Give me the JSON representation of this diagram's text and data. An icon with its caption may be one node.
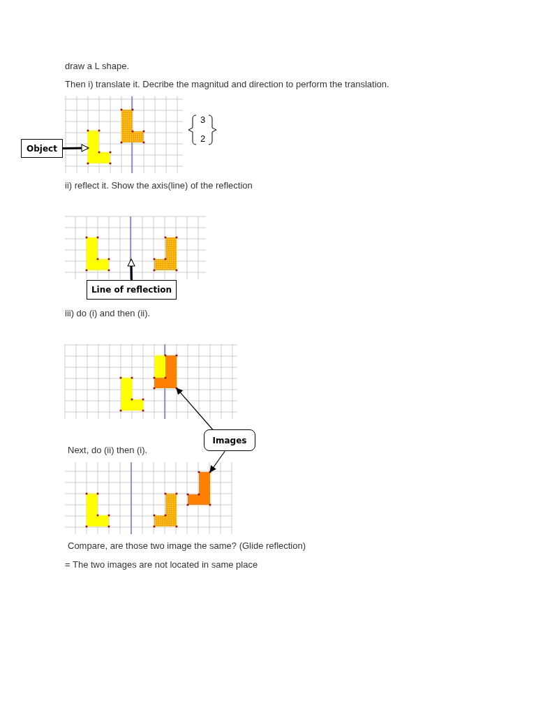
{
  "diagram": {
    "nodes": [
      {
        "text": [
          "Object"
        ]
      },
      {
        "text": [],
        "shape": "polygon"
      },
      {
        "text": [],
        "shape": "polygon"
      },
      {
        "text": [],
        "shape": "polygon"
      },
      {
        "text": [],
        "shape": "polygon"
      },
      {
        "text": [
          "Line of reflection"
        ]
      },
      {
        "text": [],
        "shape": "polygon"
      },
      {
        "text": [],
        "shape": "box"
      },
      {
        "text": [],
        "shape": "polygon"
      },
      {
        "text": [
          "Images"
        ]
      },
      {
        "text": [],
        "shape": "polygon"
      },
      {
        "text": [],
        "shape": "polygon"
      },
      {
        "text": [],
        "shape": "polygon"
      }
    ],
    "edges": [
      {
        "from": 0,
        "to": 1,
        "arrow": "to",
        "style": "thick"
      },
      {
        "from": 5,
        "to": null,
        "arrow": "to",
        "style": "thick"
      },
      {
        "from": 9,
        "to": 8,
        "arrow": "to"
      },
      {
        "from": 9,
        "to": 12,
        "arrow": "to"
      }
    ],
    "labels": [
      "draw a L shape.",
      "Then i) translate it. Decribe the magnitud and direction to perform the translation.",
      "3",
      "2",
      "ii) reflect it. Show the axis(line) of the reflection",
      "iii) do (i) and then (ii).",
      "Next, do (ii) then (i).",
      "Compare, are those two image the same? (Glide reflection)",
      "= The two images are not located in same place"
    ]
  }
}
